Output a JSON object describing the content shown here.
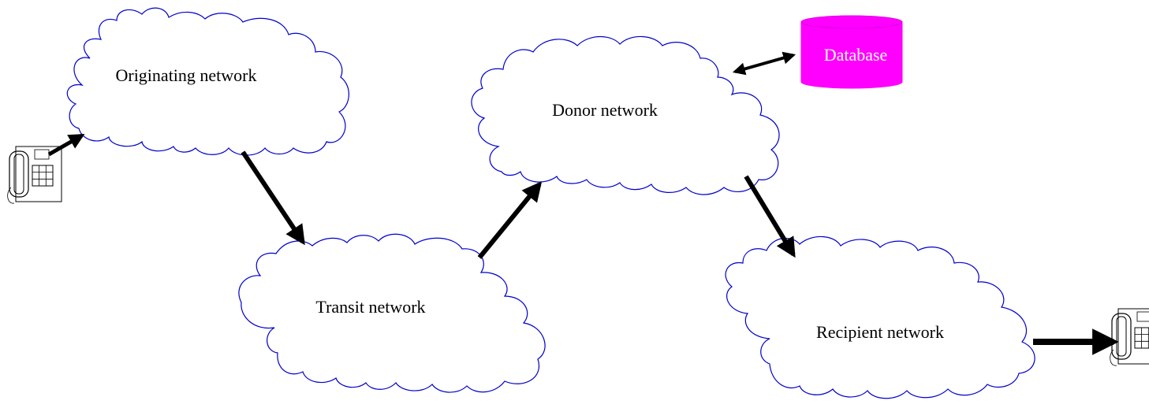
{
  "colors": {
    "cloud_stroke": "#0000cc",
    "arrow": "#000000",
    "database_fill": "#ff00ff",
    "database_text": "#ffffff"
  },
  "nodes": {
    "originating": {
      "label": "Originating network",
      "icon": "cloud"
    },
    "transit": {
      "label": "Transit network",
      "icon": "cloud"
    },
    "donor": {
      "label": "Donor network",
      "icon": "cloud"
    },
    "recipient": {
      "label": "Recipient network",
      "icon": "cloud"
    },
    "database": {
      "label": "Database",
      "icon": "database-cylinder"
    }
  },
  "terminals": {
    "caller": {
      "icon": "telephone-icon"
    },
    "callee": {
      "icon": "telephone-icon"
    }
  }
}
